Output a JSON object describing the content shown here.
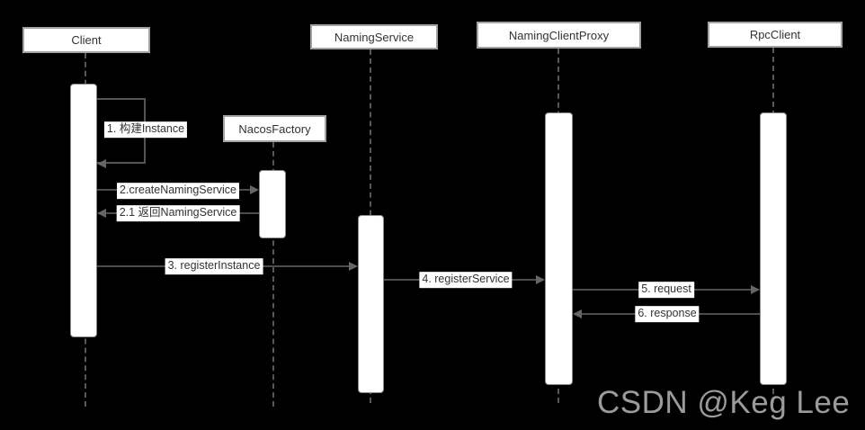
{
  "diagram": {
    "type": "uml-sequence",
    "participants": [
      {
        "name": "Client"
      },
      {
        "name": "NacosFactory"
      },
      {
        "name": "NamingService"
      },
      {
        "name": "NamingClientProxy"
      },
      {
        "name": "RpcClient"
      }
    ],
    "messages": [
      {
        "label": "1. 构建Instance",
        "from": "Client",
        "to": "Client",
        "kind": "self"
      },
      {
        "label": "2.createNamingService",
        "from": "Client",
        "to": "NacosFactory",
        "kind": "sync"
      },
      {
        "label": "2.1 返回NamingService",
        "from": "NacosFactory",
        "to": "Client",
        "kind": "return"
      },
      {
        "label": "3. registerInstance",
        "from": "Client",
        "to": "NamingService",
        "kind": "sync"
      },
      {
        "label": "4. registerService",
        "from": "NamingService",
        "to": "NamingClientProxy",
        "kind": "sync"
      },
      {
        "label": "5. request",
        "from": "NamingClientProxy",
        "to": "RpcClient",
        "kind": "sync"
      },
      {
        "label": "6. response",
        "from": "RpcClient",
        "to": "NamingClientProxy",
        "kind": "return"
      }
    ],
    "colors": {
      "background": "#000000",
      "box_fill": "#ffffff",
      "box_border": "#a3a3a3",
      "line": "#4c4c4c",
      "lifeline": "#585858",
      "text": "#333333",
      "watermark": "#9b9b9b"
    },
    "watermark": "CSDN @Keg Lee"
  }
}
